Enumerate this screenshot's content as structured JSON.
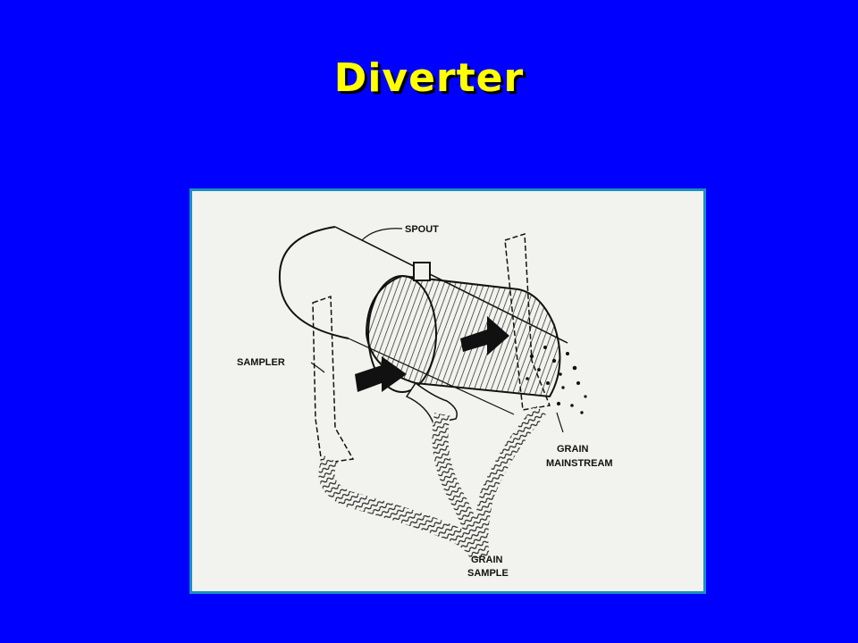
{
  "slide": {
    "title": "Diverter",
    "title_color": "#ffff00",
    "background_color": "#0000ff",
    "frame_border_color": "#1c8fbf"
  },
  "diagram": {
    "labels": {
      "spout": "SPOUT",
      "sampler": "SAMPLER",
      "grain_mainstream_line1": "GRAIN",
      "grain_mainstream_line2": "MAINSTREAM",
      "grain_sample_line1": "GRAIN",
      "grain_sample_line2": "SAMPLE"
    }
  }
}
